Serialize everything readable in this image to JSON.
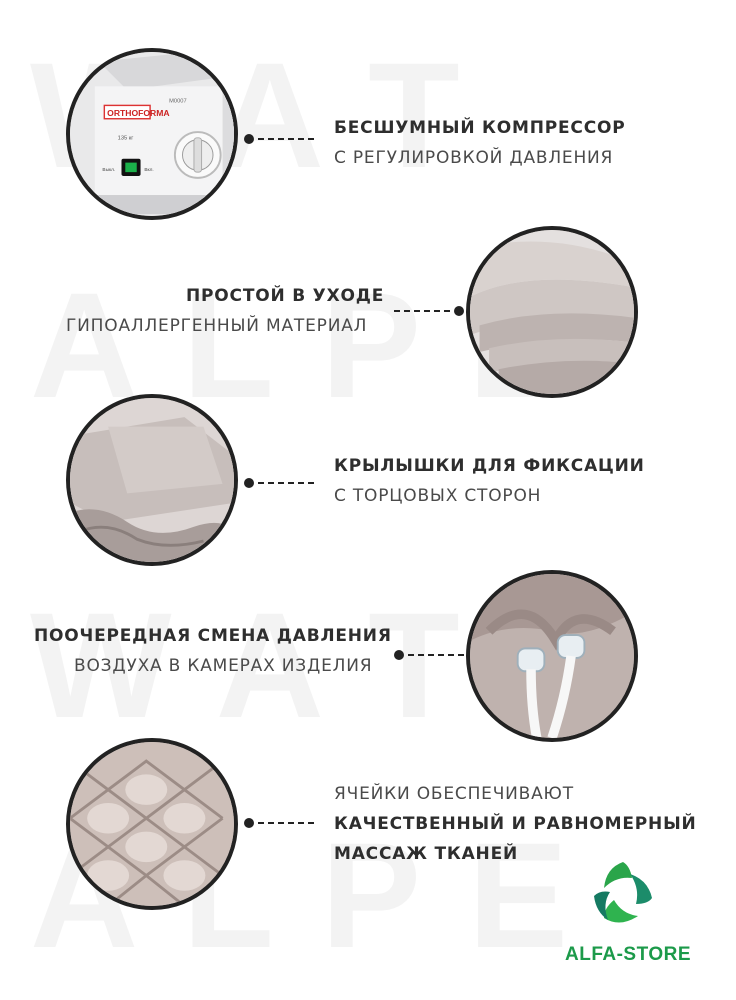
{
  "features": [
    {
      "title": "БЕСШУМНЫЙ КОМПРЕССОР",
      "subtitle": "С РЕГУЛИРОВКОЙ ДАВЛЕНИЯ"
    },
    {
      "title": "ПРОСТОЙ В УХОДЕ",
      "subtitle": "ГИПОАЛЛЕРГЕННЫЙ МАТЕРИАЛ"
    },
    {
      "title": "КРЫЛЫШКИ ДЛЯ ФИКСАЦИИ",
      "subtitle": "С ТОРЦОВЫХ СТОРОН"
    },
    {
      "title": "ПООЧЕРЕДНАЯ СМЕНА ДАВЛЕНИЯ",
      "subtitle": "ВОЗДУХА В КАМЕРАХ ИЗДЕЛИЯ"
    },
    {
      "intro": "ЯЧЕЙКИ ОБЕСПЕЧИВАЮТ",
      "title_line1": "КАЧЕСТВЕННЫЙ И РАВНОМЕРНЫЙ",
      "title_line2": "МАССАЖ ТКАНЕЙ"
    }
  ],
  "compressor": {
    "brand": "ORTHOFORMA",
    "model": "M0007",
    "weight_label": "135 кг",
    "off_label": "Выкл.",
    "on_label": "Вкл."
  },
  "watermark": [
    "W A T",
    "A L P E",
    "W A T",
    "A L P E"
  ],
  "logo": {
    "text": "ALFA-STORE",
    "color": "#1c9a4a"
  },
  "colors": {
    "accent": "#222222",
    "fabric": "#c9bfbc",
    "logo_green": "#1c9a4a"
  }
}
